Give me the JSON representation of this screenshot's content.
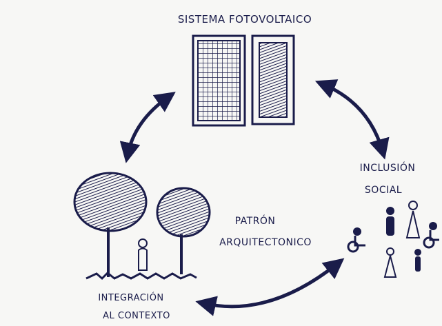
{
  "diagram": {
    "top_label": "SISTEMA FOTOVOLTAICO",
    "center_label_line1": "PATRÓN",
    "center_label_line2": "ARQUITECTONICO",
    "right_label_line1": "INCLUSIÓN",
    "right_label_line2": "SOCIAL",
    "left_label_line1": "INTEGRACIÓN",
    "left_label_line2": "AL CONTEXTO",
    "ink_color": "#1a1c4a",
    "paper_color": "#f7f7f5"
  }
}
